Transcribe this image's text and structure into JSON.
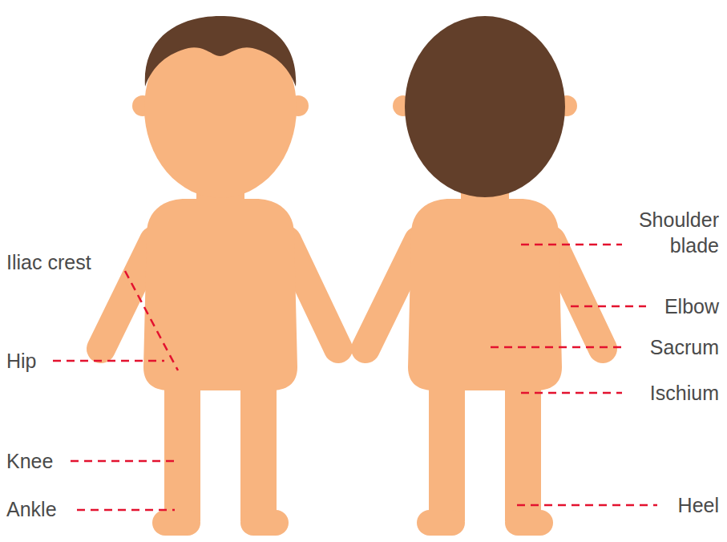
{
  "diagram": {
    "labels": [
      "Iliac crest",
      "Hip",
      "Knee",
      "Ankle",
      "Shoulder blade",
      "Elbow",
      "Sacrum",
      "Ischium",
      "Heel"
    ]
  }
}
